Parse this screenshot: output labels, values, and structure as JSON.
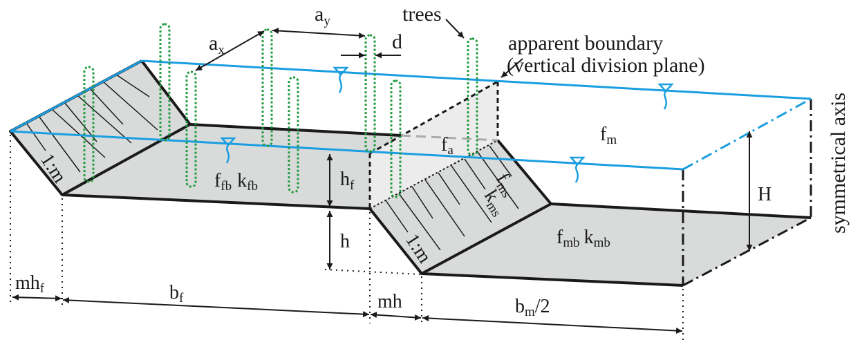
{
  "title": "Compound channel with trees on floodplain",
  "colors": {
    "water": "#1a9ee0",
    "trees": "#1e9a3c",
    "ground_fill": "#d9dbdb",
    "apparent_plane_fill": "#ececec",
    "line": "#1a1a1a",
    "apparent_top_dash": "#aaaaaa"
  },
  "labels": {
    "ax": {
      "main": "a",
      "sub": "x"
    },
    "ay": {
      "main": "a",
      "sub": "y"
    },
    "d": "d",
    "trees": "trees",
    "apparent_boundary_line1": "apparent boundary",
    "apparent_boundary_line2": "(vertical division plane)",
    "fa": {
      "main": "f",
      "sub": "a"
    },
    "fm": {
      "main": "f",
      "sub": "m"
    },
    "symmetrical_axis": "symmetrical axis",
    "H": "H",
    "hf": {
      "main": "h",
      "sub": "f"
    },
    "h": "h",
    "ffb": {
      "main": "f",
      "sub": "fb"
    },
    "kfb": {
      "main": "k",
      "sub": "fb"
    },
    "fms": {
      "main": "f",
      "sub": "ms"
    },
    "kms": {
      "main": "k",
      "sub": "ms"
    },
    "fmb": {
      "main": "f",
      "sub": "mb"
    },
    "kmb": {
      "main": "k",
      "sub": "mb"
    },
    "slope_left": "1:m",
    "slope_main": "1:m",
    "mhf": {
      "main": "mh",
      "sub": "f"
    },
    "bf": {
      "main": "b",
      "sub": "f"
    },
    "mh": "mh",
    "bm2": {
      "main": "b",
      "sub": "m",
      "suffix": "/2"
    }
  }
}
